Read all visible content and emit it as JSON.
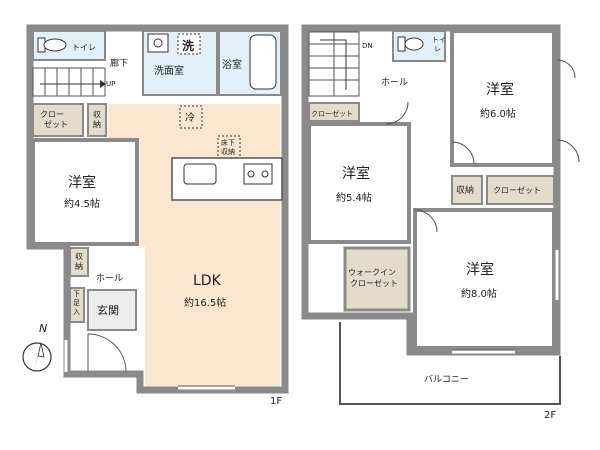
{
  "floor1": {
    "label": "1F",
    "toilet": "トイレ",
    "corridor": "廊下",
    "up": "UP",
    "wash": "洗",
    "washroom": "洗面室",
    "bath": "浴室",
    "closet": "クロー\nゼット",
    "storage": "収\n納",
    "fridge": "冷",
    "underfloor": "床下\n収納",
    "bedroom_name": "洋室",
    "bedroom_size": "約4.5帖",
    "storage2": "収\n納",
    "hall": "ホール",
    "shoe": "下\n足\n入",
    "entrance": "玄関",
    "ldk_name": "LDK",
    "ldk_size": "約16.5帖",
    "north": "N"
  },
  "floor2": {
    "label": "2F",
    "dn": "DN",
    "toilet": "トイ\nレ",
    "hall": "ホール",
    "closet_top": "クローゼット",
    "room_a_name": "洋室",
    "room_a_size": "約5.4帖",
    "room_b_name": "洋室",
    "room_b_size": "約6.0帖",
    "storage": "収納",
    "closet_b": "クローゼット",
    "wic": "ウォークイン\nクローゼット",
    "room_c_name": "洋室",
    "room_c_size": "約8.0帖",
    "balcony": "バルコニー"
  }
}
